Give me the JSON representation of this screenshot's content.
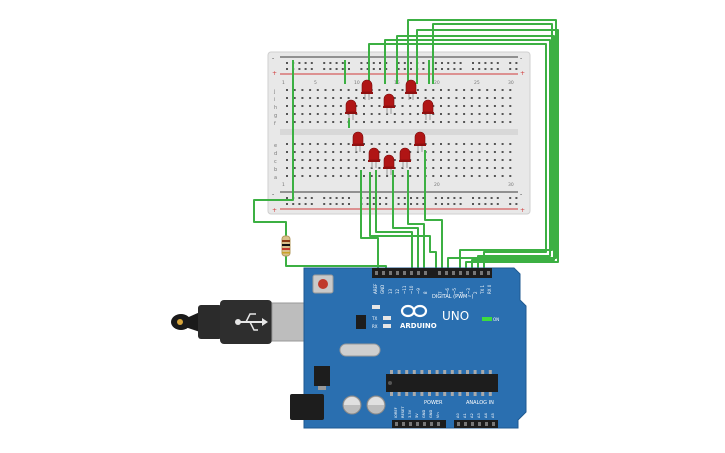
{
  "breadboard": {
    "rail_plus": "+",
    "rail_minus": "-",
    "row_letters_top": [
      "j",
      "i",
      "h",
      "g",
      "f"
    ],
    "row_letters_bottom": [
      "e",
      "d",
      "c",
      "b",
      "a"
    ],
    "column_numbers": [
      "1",
      "5",
      "10",
      "15",
      "20",
      "25",
      "30"
    ]
  },
  "arduino": {
    "model": "UNO",
    "brand": "ARDUINO",
    "header_digital_label": "DIGITAL (PWM~)",
    "on_label": "ON",
    "tx_label": "TX",
    "rx_label": "RX",
    "power_label": "POWER",
    "analog_label": "ANALOG IN",
    "reset_label": "RESET",
    "aref_label": "AREF",
    "gnd_label": "GND",
    "digital_pins": [
      "13",
      "12",
      "~11",
      "~10",
      "~9",
      "8",
      "7",
      "~6",
      "~5",
      "4",
      "~3",
      "2",
      "TX 1",
      "RX 0"
    ],
    "power_pins": [
      "IOREF",
      "RESET",
      "3.3V",
      "5V",
      "GND",
      "GND",
      "Vin"
    ],
    "analog_pins": [
      "A0",
      "A1",
      "A2",
      "A3",
      "A4",
      "A5"
    ]
  },
  "colors": {
    "board_blue": "#2a6fb0",
    "wire_green": "#3cb043",
    "led_red": "#b01515",
    "breadboard": "#e8e8e8"
  }
}
